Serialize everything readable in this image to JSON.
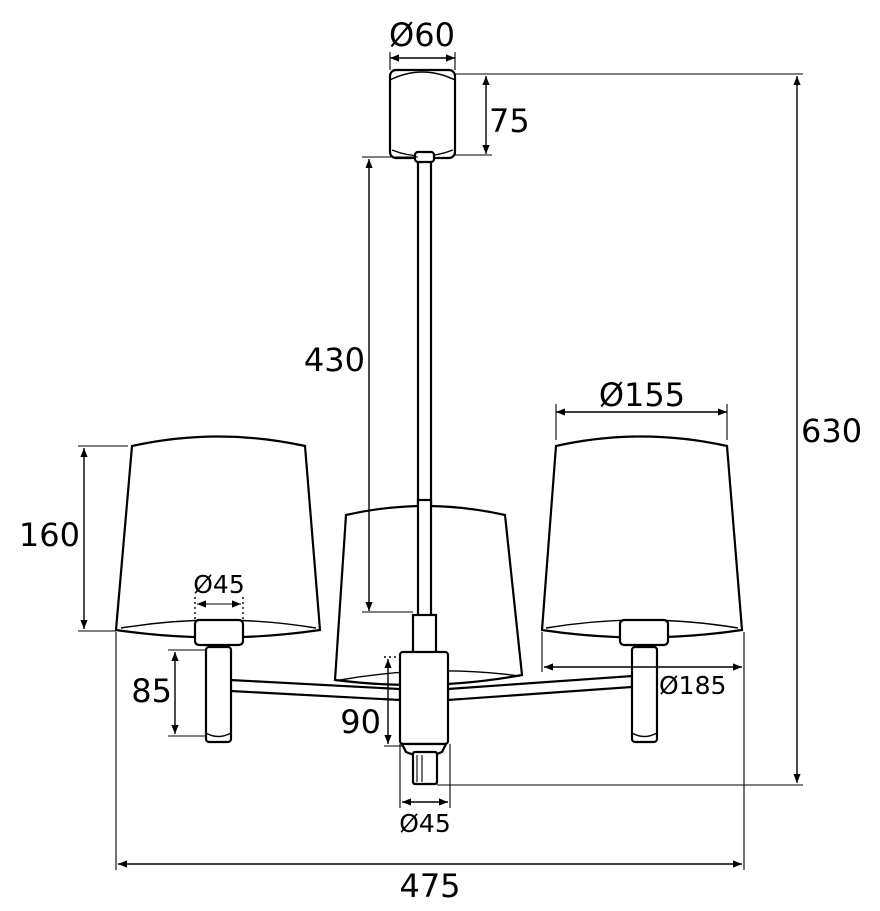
{
  "dimensions": {
    "canopy_diameter": "Ø60",
    "canopy_height": "75",
    "rod_length": "430",
    "total_height": "630",
    "shade_top_diameter": "Ø155",
    "shade_height": "160",
    "socket_diameter": "Ø45",
    "socket_height": "85",
    "shade_bottom_diameter": "Ø185",
    "center_drop": "90",
    "center_diameter": "Ø45",
    "total_width": "475"
  }
}
